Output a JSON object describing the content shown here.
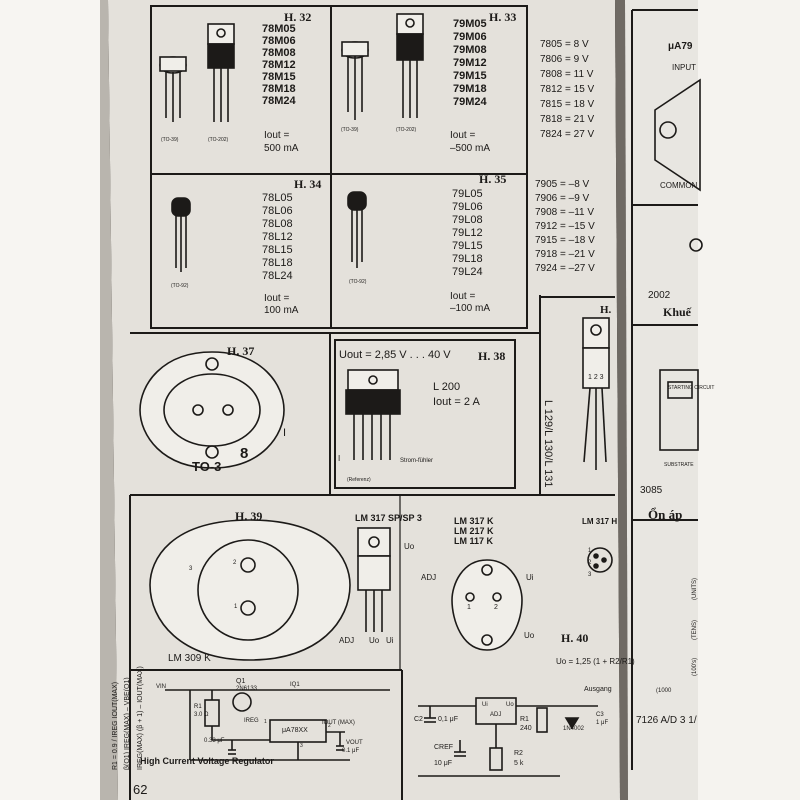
{
  "figure_labels": {
    "h32": "H. 32",
    "h33": "H. 33",
    "h34": "H. 34",
    "h35": "H. 35",
    "h37": "H. 37",
    "h38": "H. 38",
    "h39": "H. 39",
    "h40": "H. 40",
    "h41": "H."
  },
  "h32": {
    "parts": [
      "78M05",
      "78M06",
      "78M08",
      "78M12",
      "78M15",
      "78M18",
      "78M24"
    ],
    "iout_label": "Iout =",
    "iout_value": "500 mA",
    "pkg1": "(TO-39)",
    "pkg2": "(TO-202)"
  },
  "h33": {
    "parts": [
      "79M05",
      "79M06",
      "79M08",
      "79M12",
      "79M15",
      "79M18",
      "79M24"
    ],
    "iout_label": "Iout =",
    "iout_value": "–500 mA",
    "pkg1": "(TO-39)",
    "pkg2": "(TO-202)"
  },
  "h34": {
    "parts": [
      "78L05",
      "78L06",
      "78L08",
      "78L12",
      "78L15",
      "78L18",
      "78L24"
    ],
    "iout_label": "Iout =",
    "iout_value": "100 mA",
    "pkg": "(TO-92)"
  },
  "h35": {
    "parts": [
      "79L05",
      "79L06",
      "79L08",
      "79L12",
      "79L15",
      "79L18",
      "79L24"
    ],
    "iout_label": "Iout =",
    "iout_value": "–100 mA",
    "pkg": "(TO-92)"
  },
  "v78": [
    "7805 = 8 V",
    "7806 = 9 V",
    "7808 = 11 V",
    "7812 = 15 V",
    "7815 = 18 V",
    "7818 = 21 V",
    "7824 = 27 V"
  ],
  "v79": [
    "7905 = –8 V",
    "7906 = –9 V",
    "7908 = –11 V",
    "7912 = –15 V",
    "7915 = –18 V",
    "7918 = –21 V",
    "7924 = –27 V"
  ],
  "h37": {
    "package": "TO-3",
    "pin_label": "8",
    "side_label": "I"
  },
  "h38": {
    "uout": "Uout = 2,85 V . . . 40 V",
    "part": "L 200",
    "iout": "Iout = 2 A",
    "sense": "Strom-fühler",
    "ref": "(Referenz)",
    "left_label": "I"
  },
  "h41": {
    "parts": "L 129/L 130/L 131",
    "pins": "1 2 3"
  },
  "h39": {
    "pin3": "3",
    "pin2": "2",
    "pin1": "1"
  },
  "lm317": {
    "parts_a": "LM 317 SP/SP 3",
    "parts_b": [
      "LM 317 K",
      "LM 217 K",
      "LM 117 K"
    ],
    "uo": "Uo",
    "adj": "ADJ",
    "ui": "Ui",
    "pins_bottom": [
      "ADJ",
      "Uo",
      "Ui"
    ],
    "pin1": "1",
    "pin2": "2",
    "right_part": "LM 317 H",
    "right_pins": [
      "1",
      "2",
      "3"
    ]
  },
  "lm309": {
    "title": "LM 309 K"
  },
  "regulator": {
    "caption": "High Current Voltage Regulator",
    "vin": "VIN",
    "q1": "Q1",
    "q1_part": "2N6133",
    "io1": "IQ1",
    "r1": "R1",
    "r1_val": "3.0 Ω",
    "ireg": "IREG",
    "ic": "μA78XX",
    "iout": "IOUT (MAX)",
    "vout": "VOUT",
    "cap1": "0.33 μF",
    "cap2": "0.1 μF",
    "pin1": "1",
    "pin2": "2",
    "pin3": "3"
  },
  "side_formula": {
    "line1": "β(Q1) IREG(MAX) – VBE(Q1)",
    "line2": "R1 = 0.9 / IREG   IOUT(MAX)",
    "line3": "IREG(MAX) (β + 1) – IOUT(MAX)"
  },
  "h40": {
    "formula": "Uo = 1,25 (1 + R2/R1)",
    "ui": "Ui",
    "adj": "ADJ",
    "uo": "Uo",
    "c2": "C2",
    "c2_val": "0,1 μF",
    "cref": "CREF",
    "cref_val": "10 μF",
    "r1": "R1",
    "r1_val": "240",
    "r2": "R2",
    "r2_val": "5 k",
    "d": "1N4002",
    "c3": "C3",
    "c3_val": "1 μF",
    "out": "Ausgang"
  },
  "right_page": {
    "ua": "μA79",
    "input": "INPUT",
    "common": "COMMON",
    "num1": "2002",
    "khue": "Khuế",
    "starting": "STARTING CIRCUIT",
    "substrate": "SUBSTRATE",
    "num2": "3085",
    "on_ap": "Ổn áp",
    "units": "(UNITS)",
    "tens": "(TENS)",
    "v100": "(100's)",
    "v1000": "(1000",
    "bottom": "7126 A/D 3 1/"
  },
  "page_number": "62"
}
